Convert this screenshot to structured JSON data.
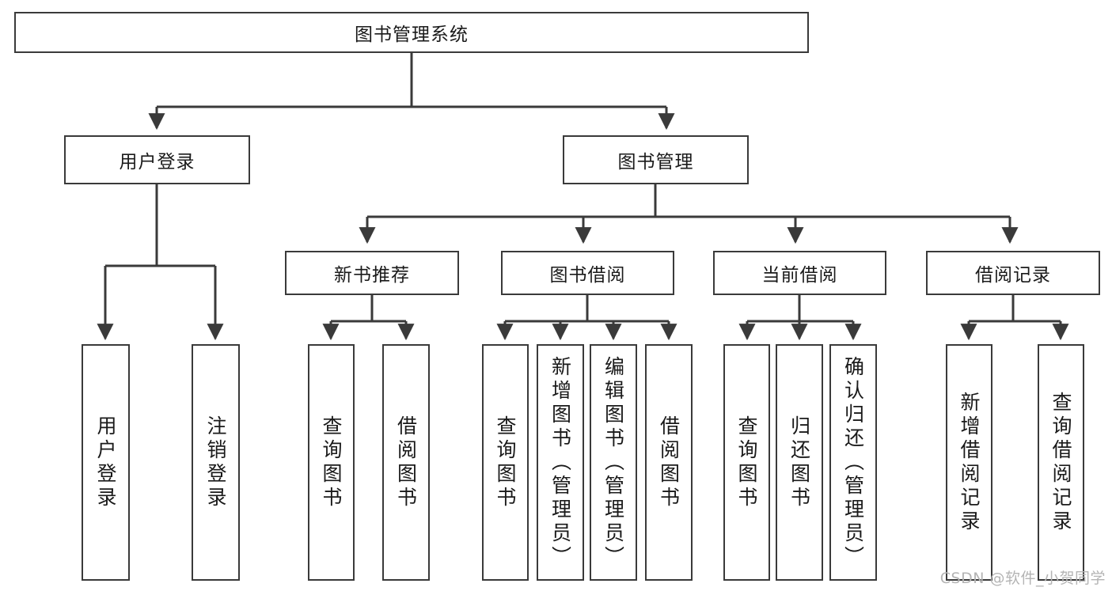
{
  "diagram": {
    "title": "图书管理系统",
    "type": "function-tree",
    "watermark": "CSDN @软件_小贺同学",
    "colors": {
      "box_border": "#3a3a3a",
      "box_fill": "#ffffff",
      "edge": "#3a3a3a",
      "text": "#1a1a1a",
      "watermark": "#b4b4b4"
    },
    "nodes": {
      "root": {
        "label": "图书管理系统"
      },
      "level2": [
        {
          "id": "user-login",
          "label": "用户登录"
        },
        {
          "id": "book-manage",
          "label": "图书管理"
        }
      ],
      "level3": [
        {
          "id": "new-book-recommend",
          "label": "新书推荐"
        },
        {
          "id": "book-borrow",
          "label": "图书借阅"
        },
        {
          "id": "current-borrow",
          "label": "当前借阅"
        },
        {
          "id": "borrow-record",
          "label": "借阅记录"
        }
      ],
      "leaves": {
        "user-login": [
          {
            "id": "leaf-user-login",
            "label": "用户登录"
          },
          {
            "id": "leaf-user-logout",
            "label": "注销登录"
          }
        ],
        "new-book-recommend": [
          {
            "id": "leaf-query-book-1",
            "label": "查询图书"
          },
          {
            "id": "leaf-borrow-book-1",
            "label": "借阅图书"
          }
        ],
        "book-borrow": [
          {
            "id": "leaf-query-book-2",
            "label": "查询图书"
          },
          {
            "id": "leaf-add-book",
            "label": "新增图书（管理员）"
          },
          {
            "id": "leaf-edit-book",
            "label": "编辑图书（管理员）"
          },
          {
            "id": "leaf-borrow-book-2",
            "label": "借阅图书"
          }
        ],
        "current-borrow": [
          {
            "id": "leaf-query-book-3",
            "label": "查询图书"
          },
          {
            "id": "leaf-return-book",
            "label": "归还图书"
          },
          {
            "id": "leaf-confirm-return",
            "label": "确认归还（管理员）"
          }
        ],
        "borrow-record": [
          {
            "id": "leaf-add-record",
            "label": "新增借阅记录"
          },
          {
            "id": "leaf-query-record",
            "label": "查询借阅记录"
          }
        ]
      }
    }
  }
}
